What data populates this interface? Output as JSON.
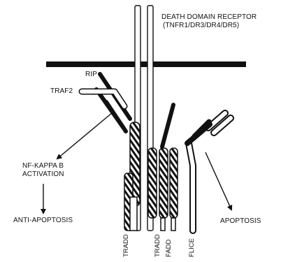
{
  "labels": {
    "receptor_line1": "DEATH DOMAIN RECEPTOR",
    "receptor_line2": "(TNFR1/DR3/DR4/DR5)",
    "rip": "RIP",
    "traf2": "TRAF2",
    "nfkb_line1": "NF-KAPPA B",
    "nfkb_line2": "ACTIVATION",
    "anti_apoptosis": "ANTI-APOPTOSIS",
    "apoptosis": "APOPTOSIS",
    "tradd_left": "TRADD",
    "tradd_right": "TRADD",
    "fadd": "FADD",
    "flice": "FLICE"
  }
}
